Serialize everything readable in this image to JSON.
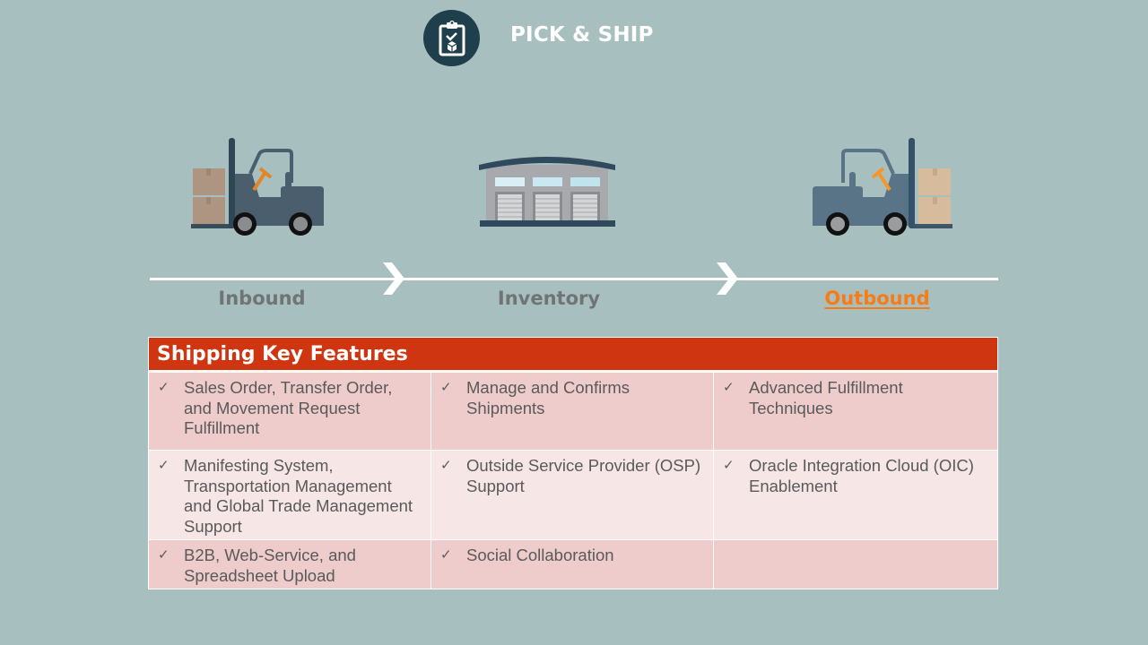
{
  "header": {
    "title": "PICK & SHIP",
    "icon": "clipboard-check-box-icon"
  },
  "colors": {
    "background": "#a8bfbf",
    "icon_circle": "#203f4c",
    "accent_red": "#cf3510",
    "active_stage": "#f87c15",
    "inactive_stage": "#6f7474",
    "row_dark": "#edcccb",
    "row_light": "#f7e6e6"
  },
  "flow": {
    "stages": [
      {
        "label": "Inbound",
        "icon": "forklift-inbound-icon",
        "active": false
      },
      {
        "label": "Inventory",
        "icon": "warehouse-icon",
        "active": false
      },
      {
        "label": "Outbound",
        "icon": "forklift-outbound-icon",
        "active": true
      }
    ]
  },
  "features": {
    "title": "Shipping Key Features",
    "check_icon": "✓",
    "rows": [
      [
        "Sales Order, Transfer Order, and Movement Request Fulfillment",
        "Manage and Confirms Shipments",
        "Advanced Fulfillment Techniques"
      ],
      [
        "Manifesting System, Transportation Management and Global Trade Management Support",
        "Outside Service Provider (OSP) Support",
        "Oracle Integration Cloud (OIC) Enablement"
      ],
      [
        "B2B, Web-Service, and Spreadsheet Upload",
        "Social Collaboration",
        ""
      ]
    ]
  }
}
